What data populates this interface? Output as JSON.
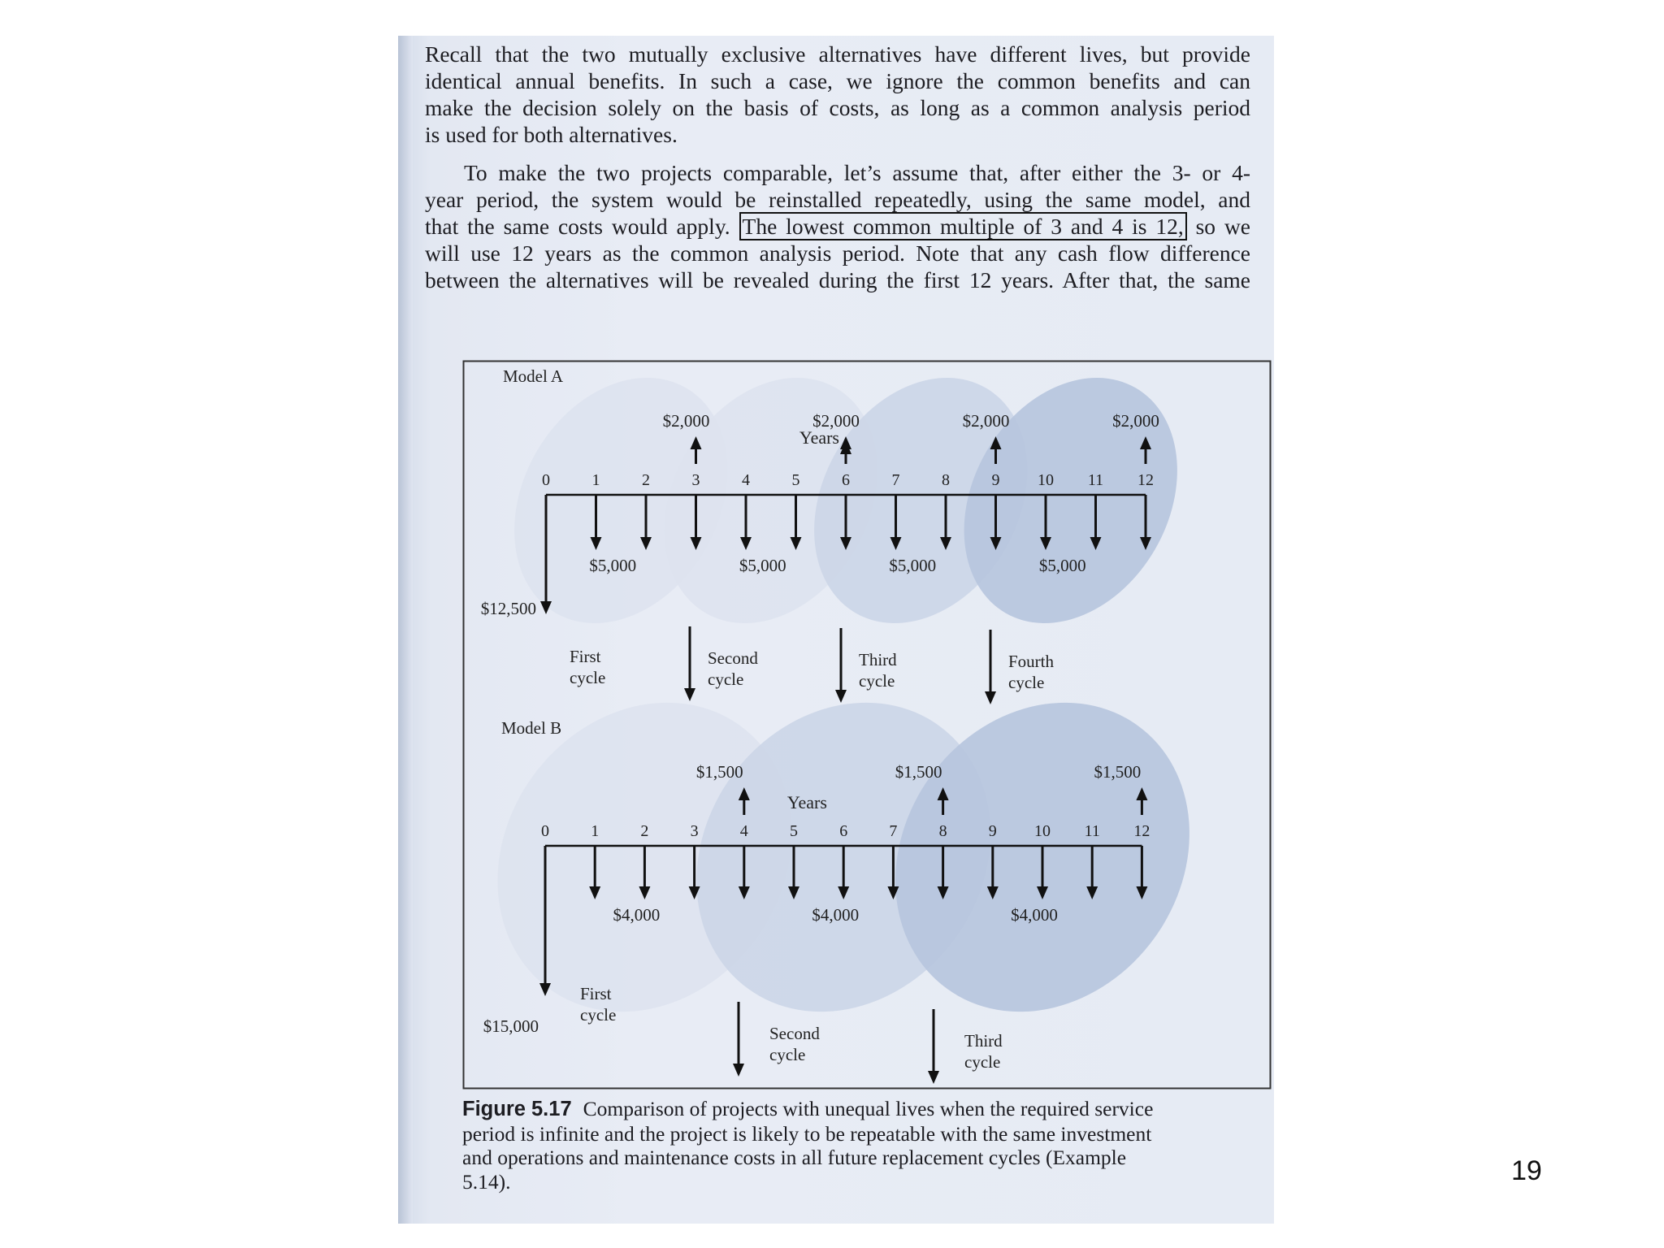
{
  "body_text": {
    "paragraph1": [
      "Recall that the two mutually exclusive alternatives have different lives, but provide",
      "identical annual benefits. In such a case, we ignore the common benefits and can",
      "make the decision solely on the basis of costs, as long as a common analysis period",
      "is used for both alternatives."
    ],
    "paragraph2": [
      "To make the two projects comparable, let’s assume that, after either the 3- or 4-",
      "year period, the system would be reinstalled repeatedly, using the same model, and"
    ],
    "line3_before": "that the same costs would apply.",
    "line3_boxed": "The lowest common multiple of 3 and 4 is 12,",
    "line3_after": "so we",
    "paragraph2_rest": [
      "will use 12 years as the common analysis period. Note that any cash flow difference",
      "between the alternatives will be revealed during the first 12 years. After that, the same"
    ]
  },
  "figure": {
    "model_a": {
      "label": "Model A",
      "axis_label": "Years",
      "year_ticks": [
        "0",
        "1",
        "2",
        "3",
        "4",
        "5",
        "6",
        "7",
        "8",
        "9",
        "10",
        "11",
        "12"
      ],
      "initial_cost": "$12,500",
      "annual_cost": "$5,000",
      "salvage": "$2,000",
      "cycle_years": 3,
      "cycles": [
        {
          "line1": "First",
          "line2": "cycle"
        },
        {
          "line1": "Second",
          "line2": "cycle"
        },
        {
          "line1": "Third",
          "line2": "cycle"
        },
        {
          "line1": "Fourth",
          "line2": "cycle"
        }
      ]
    },
    "model_b": {
      "label": "Model B",
      "axis_label": "Years",
      "year_ticks": [
        "0",
        "1",
        "2",
        "3",
        "4",
        "5",
        "6",
        "7",
        "8",
        "9",
        "10",
        "11",
        "12"
      ],
      "initial_cost": "$15,000",
      "annual_cost": "$4,000",
      "salvage": "$1,500",
      "cycle_years": 4,
      "cycles": [
        {
          "line1": "First",
          "line2": "cycle"
        },
        {
          "line1": "Second",
          "line2": "cycle"
        },
        {
          "line1": "Third",
          "line2": "cycle"
        }
      ]
    },
    "colors": {
      "ellipse_light": "#dde3ef",
      "ellipse_mid": "#ccd6e7",
      "ellipse_dark": "#b7c5dd",
      "line": "#111111"
    }
  },
  "caption": {
    "label": "Figure 5.17",
    "text": "Comparison of projects with unequal lives when the required service period is infinite and the project is likely to be repeatable with the same investment and operations and maintenance costs in all future replacement cycles (Example 5.14)."
  },
  "page_number": "19"
}
